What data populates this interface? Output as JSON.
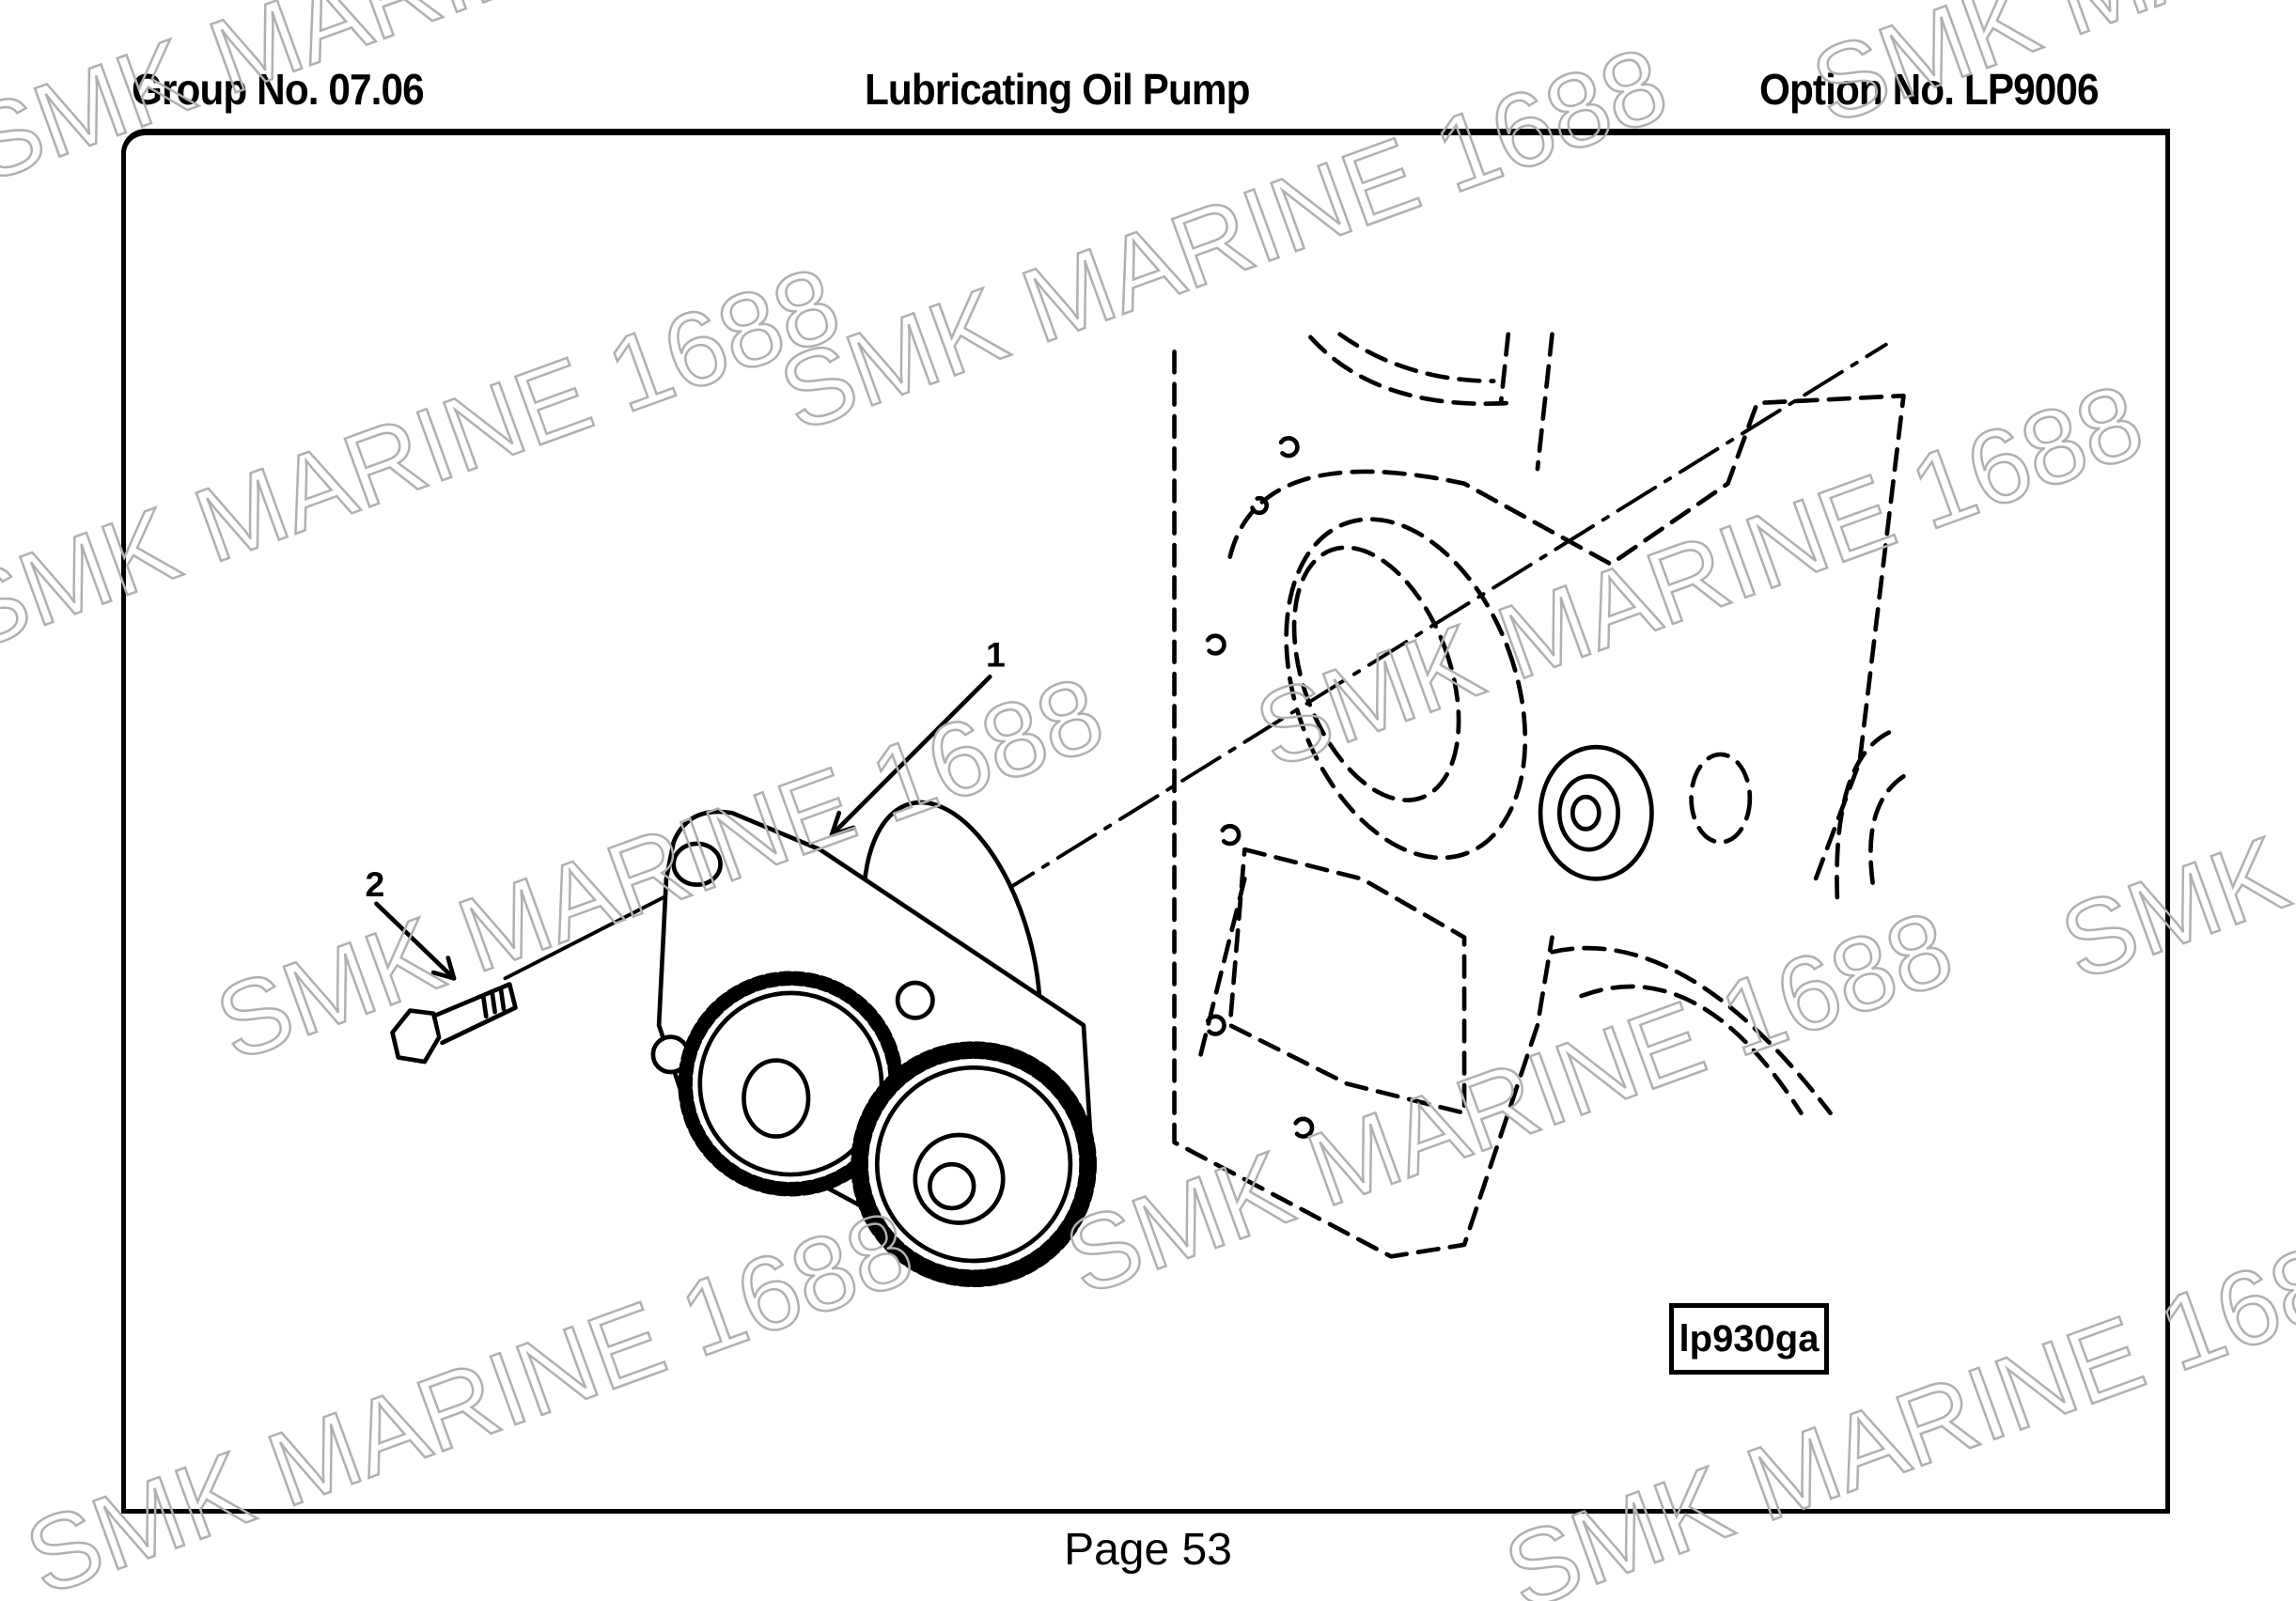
{
  "header": {
    "group": "Group No. 07.06",
    "title": "Lubricating Oil Pump",
    "option": "Option No. LP9006"
  },
  "figure": {
    "label": "lp930ga",
    "callouts": [
      "1",
      "2"
    ]
  },
  "footer": {
    "page": "Page 53"
  },
  "watermark": {
    "text": "SMK MARINE 1688",
    "color": "#b0b0b0"
  }
}
